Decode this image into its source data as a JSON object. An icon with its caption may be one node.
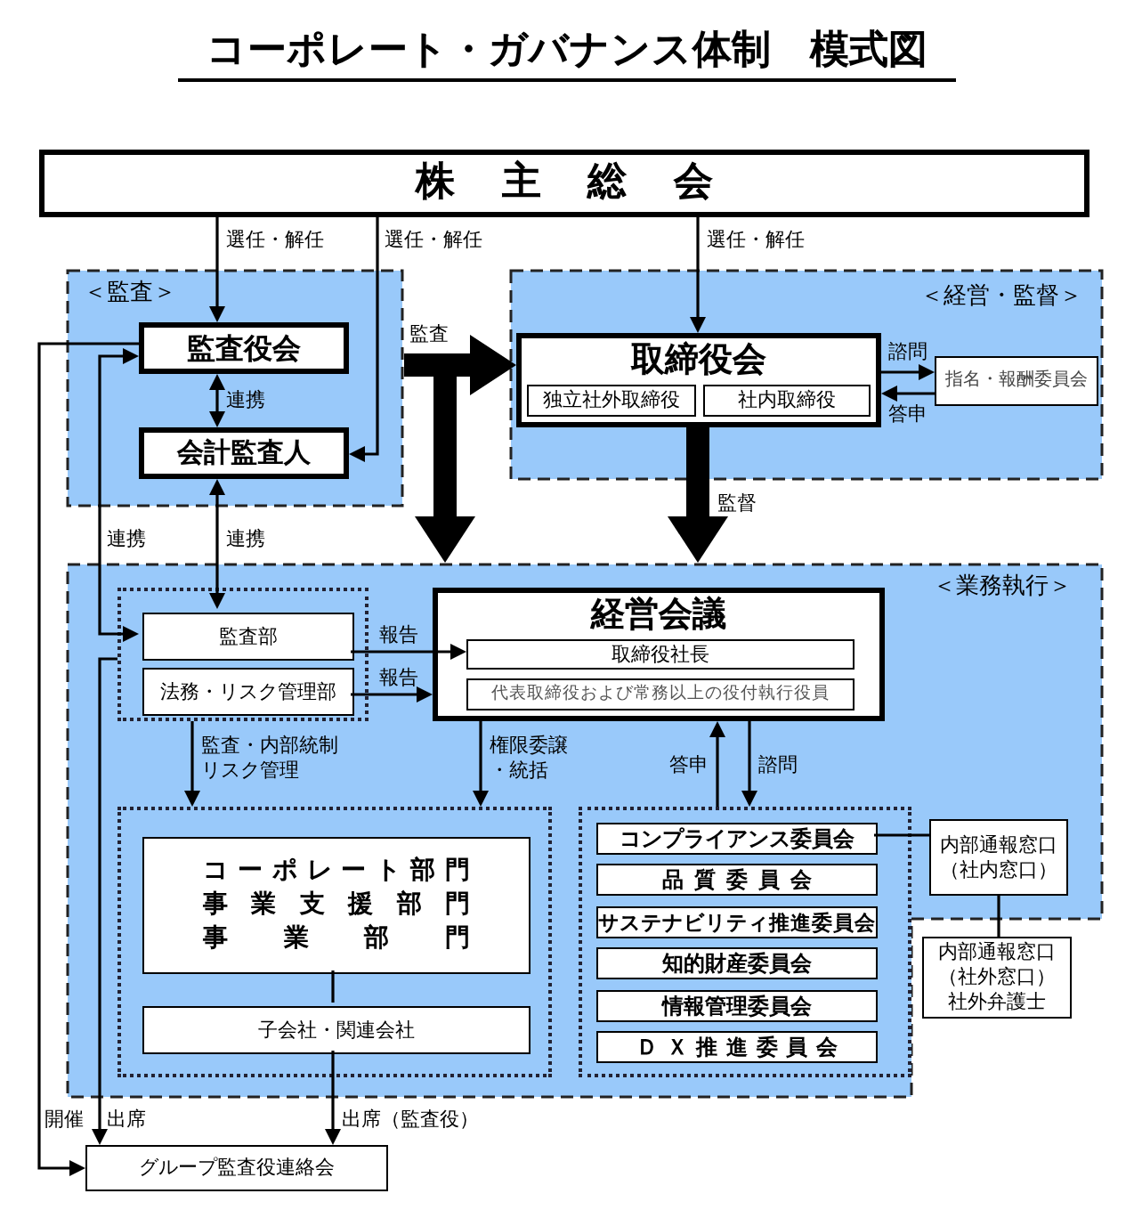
{
  "diagram": {
    "title": "コーポレート・ガバナンス体制　模式図",
    "nodes": [
      {
        "text": [
          "株主総会"
        ]
      },
      {
        "text": [
          "＜監査＞"
        ]
      },
      {
        "text": [
          "監査役会"
        ],
        "in": 1
      },
      {
        "text": [
          "会計監査人"
        ],
        "in": 1
      },
      {
        "text": [
          "＜経営・監督＞"
        ]
      },
      {
        "text": [
          "取締役会"
        ],
        "in": 4
      },
      {
        "text": [
          "独立社外取締役"
        ],
        "in": 5
      },
      {
        "text": [
          "社内取締役"
        ],
        "in": 5
      },
      {
        "text": [
          "指名・報酬委員会"
        ],
        "in": 4
      },
      {
        "text": [
          "＜業務執行＞"
        ]
      },
      {
        "text": [],
        "shape": "box",
        "in": 9
      },
      {
        "text": [
          "監査部"
        ],
        "in": 10
      },
      {
        "text": [
          "法務・リスク管理部"
        ],
        "in": 10
      },
      {
        "text": [
          "経営会議"
        ],
        "in": 9
      },
      {
        "text": [
          "取締役社長"
        ],
        "in": 13
      },
      {
        "text": [
          "代表取締役および常務以上の役付執行役員"
        ],
        "in": 13
      },
      {
        "text": [],
        "shape": "box",
        "in": 9
      },
      {
        "text": [
          "コーポレート部門",
          "事業支援部門",
          "事業部門"
        ],
        "in": 16
      },
      {
        "text": [
          "子会社・関連会社"
        ],
        "in": 16
      },
      {
        "text": [],
        "shape": "box",
        "in": 9
      },
      {
        "text": [
          "コンプライアンス委員会"
        ],
        "in": 19
      },
      {
        "text": [
          "品質委員会"
        ],
        "in": 19
      },
      {
        "text": [
          "サステナビリティ推進委員会"
        ],
        "in": 19
      },
      {
        "text": [
          "知的財産委員会"
        ],
        "in": 19
      },
      {
        "text": [
          "情報管理委員会"
        ],
        "in": 19
      },
      {
        "text": [
          "ＤＸ推進委員会"
        ],
        "in": 19
      },
      {
        "text": [
          "内部通報窓口（社内窓口）"
        ],
        "in": 9
      },
      {
        "text": [
          "内部通報窓口（社外窓口）",
          "社外弁護士"
        ]
      },
      {
        "text": [
          "グループ監査役連絡会"
        ]
      }
    ],
    "edges": [
      {
        "from": 0,
        "to": 2,
        "arrow": "to",
        "label": "選任・解任"
      },
      {
        "from": 0,
        "to": 3,
        "arrow": "to",
        "label": "選任・解任"
      },
      {
        "from": 0,
        "to": 5,
        "arrow": "to",
        "label": "選任・解任"
      },
      {
        "from": 2,
        "to": 3,
        "arrow": "both",
        "label": "連携"
      },
      {
        "from": 1,
        "to": 5,
        "arrow": "to",
        "label": "監査",
        "style": "thick"
      },
      {
        "from": 1,
        "to": 9,
        "arrow": "to",
        "style": "thick"
      },
      {
        "from": 5,
        "to": 9,
        "arrow": "to",
        "label": "監督",
        "style": "thick"
      },
      {
        "from": 5,
        "to": 8,
        "arrow": "to",
        "label": "諮問"
      },
      {
        "from": 8,
        "to": 5,
        "arrow": "to",
        "label": "答申"
      },
      {
        "from": 2,
        "to": 11,
        "arrow": "both",
        "label": "連携"
      },
      {
        "from": 3,
        "to": 11,
        "arrow": "both",
        "label": "連携"
      },
      {
        "from": 11,
        "to": 14,
        "arrow": "to",
        "label": "報告"
      },
      {
        "from": 12,
        "to": 13,
        "arrow": "to",
        "label": "報告"
      },
      {
        "from": 10,
        "to": 16,
        "arrow": "to",
        "label": "監査・内部統制リスク管理"
      },
      {
        "from": 13,
        "to": 16,
        "arrow": "to",
        "label": "権限委譲・統括"
      },
      {
        "from": 19,
        "to": 13,
        "arrow": "to",
        "label": "答申"
      },
      {
        "from": 13,
        "to": 19,
        "arrow": "to",
        "label": "諮問"
      },
      {
        "from": 20,
        "to": 26,
        "arrow": "none"
      },
      {
        "from": 26,
        "to": 27,
        "arrow": "none"
      },
      {
        "from": 17,
        "to": 18,
        "arrow": "none"
      },
      {
        "from": 18,
        "to": 28,
        "arrow": "to",
        "label": "出席（監査役）"
      },
      {
        "from": 2,
        "to": 28,
        "arrow": "to",
        "label": "開催"
      },
      {
        "from": 10,
        "to": 28,
        "arrow": "to",
        "label": "出席"
      }
    ]
  }
}
